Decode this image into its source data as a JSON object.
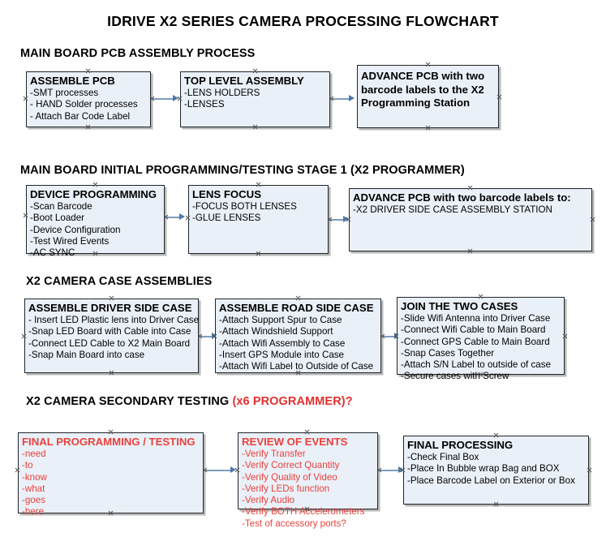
{
  "title": "IDRIVE X2  SERIES CAMERA PROCESSING FLOWCHART",
  "sections": [
    {
      "id": "main-board-pcb-assembly-process",
      "header": "MAIN BOARD PCB ASSEMBLY PROCESS",
      "header_accent": ""
    },
    {
      "id": "main-board-initial-programming",
      "header": "MAIN BOARD INITIAL PROGRAMMING/TESTING STAGE 1 (X2 PROGRAMMER)",
      "header_accent": ""
    },
    {
      "id": "x2-camera-case-assemblies",
      "header": "X2 CAMERA CASE ASSEMBLIES",
      "header_accent": ""
    },
    {
      "id": "x2-camera-secondary-testing",
      "header": "X2 CAMERA SECONDARY TESTING ",
      "header_accent": "(x6 PROGRAMMER)?"
    }
  ],
  "boxes": {
    "assemble_pcb": {
      "title": "ASSEMBLE PCB",
      "lines": [
        "-SMT processes",
        "- HAND Solder processes",
        "- Attach Bar Code Label"
      ]
    },
    "top_level_assembly": {
      "title": "TOP LEVEL ASSEMBLY",
      "lines": [
        "-LENS HOLDERS",
        "-LENSES"
      ]
    },
    "advance_pcb_x2_station": {
      "title": "ADVANCE PCB with two barcode labels to the  X2 Programming Station",
      "lines": []
    },
    "device_programming": {
      "title": "DEVICE PROGRAMMING",
      "lines": [
        "-Scan Barcode",
        "-Boot Loader",
        "-Device Configuration",
        "-Test Wired Events",
        "-AC SYNC"
      ]
    },
    "lens_focus": {
      "title": "LENS FOCUS",
      "lines": [
        "-FOCUS BOTH LENSES",
        "-GLUE LENSES"
      ]
    },
    "advance_pcb_driver_case": {
      "title": "ADVANCE PCB with two barcode labels to:",
      "lines": [
        "-X2 DRIVER  SIDE  CASE  ASSEMBLY STATION"
      ]
    },
    "assemble_driver_side_case": {
      "title": "ASSEMBLE DRIVER SIDE CASE",
      "lines": [
        "- Insert LED Plastic lens into Driver Case",
        "-Snap LED Board with Cable into Case",
        "-Connect LED Cable to X2 Main Board",
        "-Snap Main Board into case"
      ]
    },
    "assemble_road_side_case": {
      "title": "ASSEMBLE ROAD SIDE CASE",
      "lines": [
        "-Attach Support Spur to Case",
        "-Attach Windshield Support",
        "-Attach Wifi Assembly to Case",
        "-Insert GPS Module into Case",
        "-Attach Wifi Label to Outside of Case"
      ]
    },
    "join_the_two_cases": {
      "title": "JOIN THE TWO CASES",
      "lines": [
        "-Slide Wifi Antenna into Driver Case",
        "-Connect Wifi Cable to Main Board",
        "-Connect GPS Cable to Main Board",
        "-Snap Cases Together",
        "-Attach S/N Label to outside of case",
        "-Secure cases with Screw"
      ]
    },
    "final_programming_testing": {
      "title": "FINAL PROGRAMMING / TESTING",
      "lines": [
        "-need",
        "-to",
        "-know",
        "-what",
        "-goes",
        "-here"
      ]
    },
    "review_of_events": {
      "title": "REVIEW OF EVENTS",
      "lines": [
        "-Verify Transfer",
        "-Verify Correct Quantity",
        "-Verify Quality of Video",
        "-Verify LEDs function",
        "-Verify Audio",
        "-Verify BOTH Accelerometers",
        "-Test of accessory ports?"
      ]
    },
    "final_processing": {
      "title": "FINAL PROCESSING",
      "lines": [
        " -Check Final Box",
        "-Place In Bubble wrap Bag and BOX",
        "-Place Barcode Label on Exterior or Box"
      ]
    }
  },
  "colors": {
    "box_fill": "#eaf0f8",
    "box_border": "#20242b",
    "connector": "#7e9dbd",
    "arrow": "#4a78ab",
    "red_text": "#e8423c",
    "accent_red": "#e03030"
  }
}
